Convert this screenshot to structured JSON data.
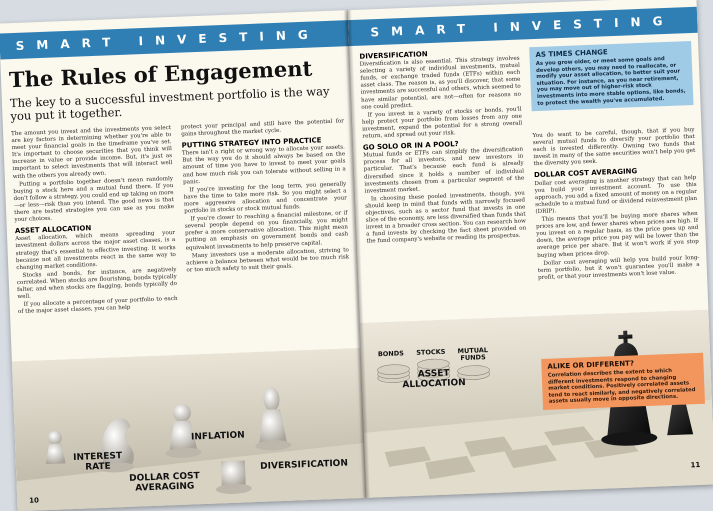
{
  "left_page": {
    "band": "SMART INVESTING",
    "title": "The Rules of Engagement",
    "lede": "The key to a successful investment portfolio is the way you put it together.",
    "col1": {
      "p1": "The amount you invest and the investments you select are key factors in determining whether you're able to meet your financial goals in the timeframe you've set. It's important to choose securities that you think will increase in value or provide income. But, it's just as important to select investments that will interact well with the others you already own.",
      "p2": "Putting a portfolio together doesn't mean randomly buying a stock here and a mutual fund there. If you don't follow a strategy, you could end up taking on more—or less—risk than you intend. The good news is that there are tested strategies you can use as you make your choices.",
      "h_asset": "ASSET ALLOCATION",
      "p3": "Asset allocation, which means spreading your investment dollars across the major asset classes, is a strategy that's essential to effective investing. It works because not all investments react in the same way to changing market conditions.",
      "p4": "Stocks and bonds, for instance, are negatively correlated. When stocks are flourishing, bonds typically falter, and when stocks are flagging, bonds typically do well.",
      "p5": "If you allocate a percentage of your portfolio to each of the major asset classes, you can help"
    },
    "col2": {
      "p1": "protect your principal and still have the potential for gains throughout the market cycle.",
      "h_strategy": "PUTTING STRATEGY INTO PRACTICE",
      "p2": "There isn't a right or wrong way to allocate your assets. But the way you do it should always be based on the amount of time you have to invest to meet your goals and how much risk you can tolerate without selling in a panic.",
      "p3": "If you're investing for the long term, you generally have the time to take more risk. So you might select a more aggressive allocation and concentrate your portfolio in stocks or stock mutual funds.",
      "p4": "If you're closer to reaching a financial milestone, or if several people depend on you financially, you might prefer a more conservative allocation. This might mean putting an emphasis on government bonds and cash equivalent investments to help preserve capital.",
      "p5": "Many investors use a moderate allocation, striving to achieve a balance between what would be too much risk or too much safety to suit their goals."
    },
    "labels": {
      "interest_rate": "INTEREST RATE",
      "inflation": "INFLATION",
      "diversification": "DIVERSIFICATION",
      "dollar_cost": "DOLLAR COST AVERAGING"
    },
    "page_number": "10"
  },
  "right_page": {
    "band": "SMART INVESTING",
    "col1": {
      "h_div": "DIVERSIFICATION",
      "p1": "Diversification is also essential. This strategy involves selecting a variety of individual investments, mutual funds, or exchange traded funds (ETFs) within each asset class. The reason is, as you'll discover, that some investments are successful and others, which seemed to have similar potential, are not—often for reasons no one could predict.",
      "p2": "If you invest in a variety of stocks or bonds, you'll help protect your portfolio from losses from any one investment, expand the potential for a strong overall return, and spread out your risk.",
      "h_pool": "GO SOLO OR IN A POOL?",
      "p3": "Mutual funds or ETFs can simplify the diversification process for all investors, and new investors in particular. That's because each fund is already diversified since it holds a number of individual investments chosen from a particular segment of the investment market.",
      "p4": "In choosing these pooled investments, though, you should keep in mind that funds with narrowly focused objectives, such as a sector fund that invests in one slice of the economy, are less diversified than funds that invest in a broader cross section. You can research how a fund invests by checking the fact sheet provided on the fund company's website or reading its prospectus."
    },
    "sidebar_times": {
      "title": "AS TIMES CHANGE",
      "text": "As you grow older, or meet some goals and develop others, you may need to reallocate, or modify your asset allocation, to better suit your situation. For instance, as you near retirement, you may move out of higher-risk stock investments into more stable options, like bonds, to protect the wealth you've accumulated."
    },
    "col2": {
      "p1": "You do want to be careful, though, that if you buy several mutual funds to diversify your portfolio that each is invested differently. Owning two funds that invest in many of the same securities won't help you get the diversity you seek.",
      "h_dca": "DOLLAR COST AVERAGING",
      "p2": "Dollar cost averaging is another strategy that can help you build your investment account. To use this approach, you add a fixed amount of money on a regular schedule to a mutual fund or dividend reinvestment plan (DRIP).",
      "p3": "This means that you'll be buying more shares when prices are low, and fewer shares when prices are high. If you invest on a regular basis, as the price goes up and down, the average price you pay will be lower than the average price per share. But it won't work if you stop buying when prices drop.",
      "p4": "Dollar cost averaging will help you build your long-term portfolio, but it won't guarantee you'll make a profit, or that your investments won't lose value."
    },
    "sidebar_alike": {
      "title": "ALIKE OR DIFFERENT?",
      "text": "Correlation describes the extent to which different investments respond to changing market conditions. Positively correlated assets tend to react similarly, and negatively correlated assets usually move in opposite directions."
    },
    "labels": {
      "bonds": "BONDS",
      "stocks": "STOCKS",
      "mutual_funds": "MUTUAL FUNDS",
      "asset_allocation": "ASSET ALLOCATION"
    },
    "page_number": "11"
  },
  "colors": {
    "band": "#2f7fb4",
    "sidebar_blue": "#9fcbe6",
    "sidebar_orange": "#f3965d",
    "paper": "#fbf8ee"
  }
}
